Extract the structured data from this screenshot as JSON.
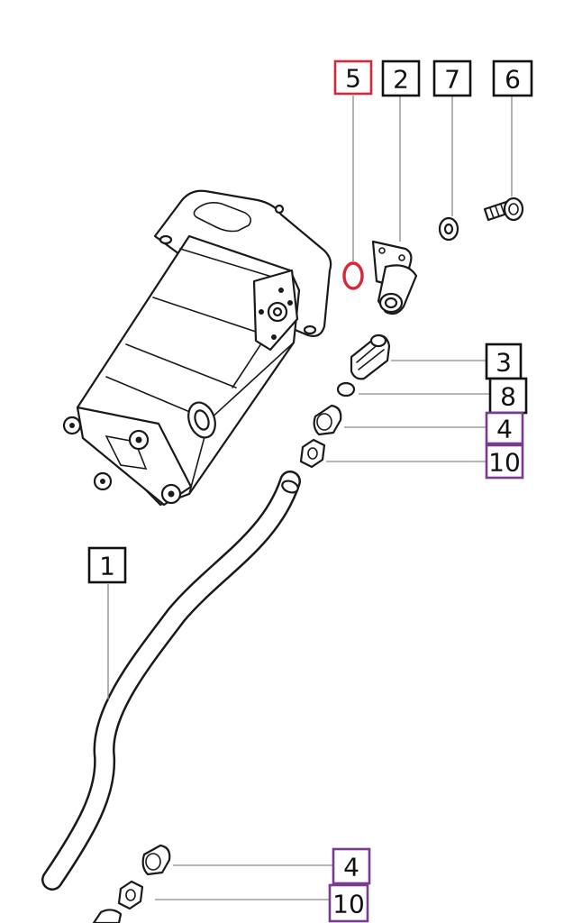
{
  "diagram": {
    "colors": {
      "default_outline": "#111111",
      "highlight_red": "#d62839",
      "highlight_purple": "#7a3b8f",
      "leader_line": "#8a8a8a"
    },
    "callouts": [
      {
        "id": "c5",
        "label": "5",
        "style": "red"
      },
      {
        "id": "c2",
        "label": "2",
        "style": "black"
      },
      {
        "id": "c7",
        "label": "7",
        "style": "black"
      },
      {
        "id": "c6",
        "label": "6",
        "style": "black"
      },
      {
        "id": "c3",
        "label": "3",
        "style": "black"
      },
      {
        "id": "c8",
        "label": "8",
        "style": "black"
      },
      {
        "id": "c4a",
        "label": "4",
        "style": "purple"
      },
      {
        "id": "c10a",
        "label": "10",
        "style": "purple"
      },
      {
        "id": "c1",
        "label": "1",
        "style": "black"
      },
      {
        "id": "c4b",
        "label": "4",
        "style": "purple"
      },
      {
        "id": "c10b",
        "label": "10",
        "style": "purple"
      }
    ]
  }
}
